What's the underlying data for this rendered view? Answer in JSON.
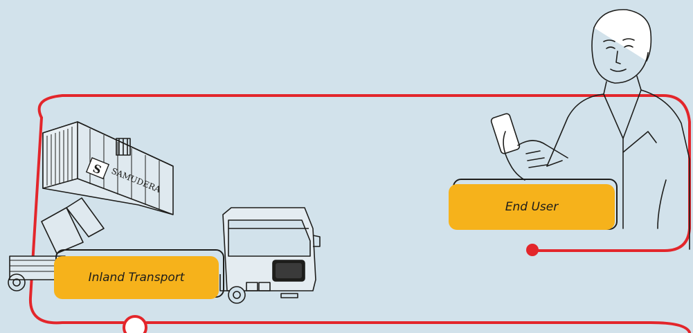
{
  "colors": {
    "background": "#d2e2eb",
    "route_line": "#e3262b",
    "label_fill": "#f6b21b",
    "line_art": "#1d1d1b"
  },
  "container_brand": "SAMUDERA",
  "container_logo_letter": "S",
  "labels": {
    "inland_transport": "Inland Transport",
    "end_user": "End User"
  },
  "icons": [
    "reach-stacker-illustration",
    "truck-illustration",
    "businessman-with-phone-illustration"
  ]
}
